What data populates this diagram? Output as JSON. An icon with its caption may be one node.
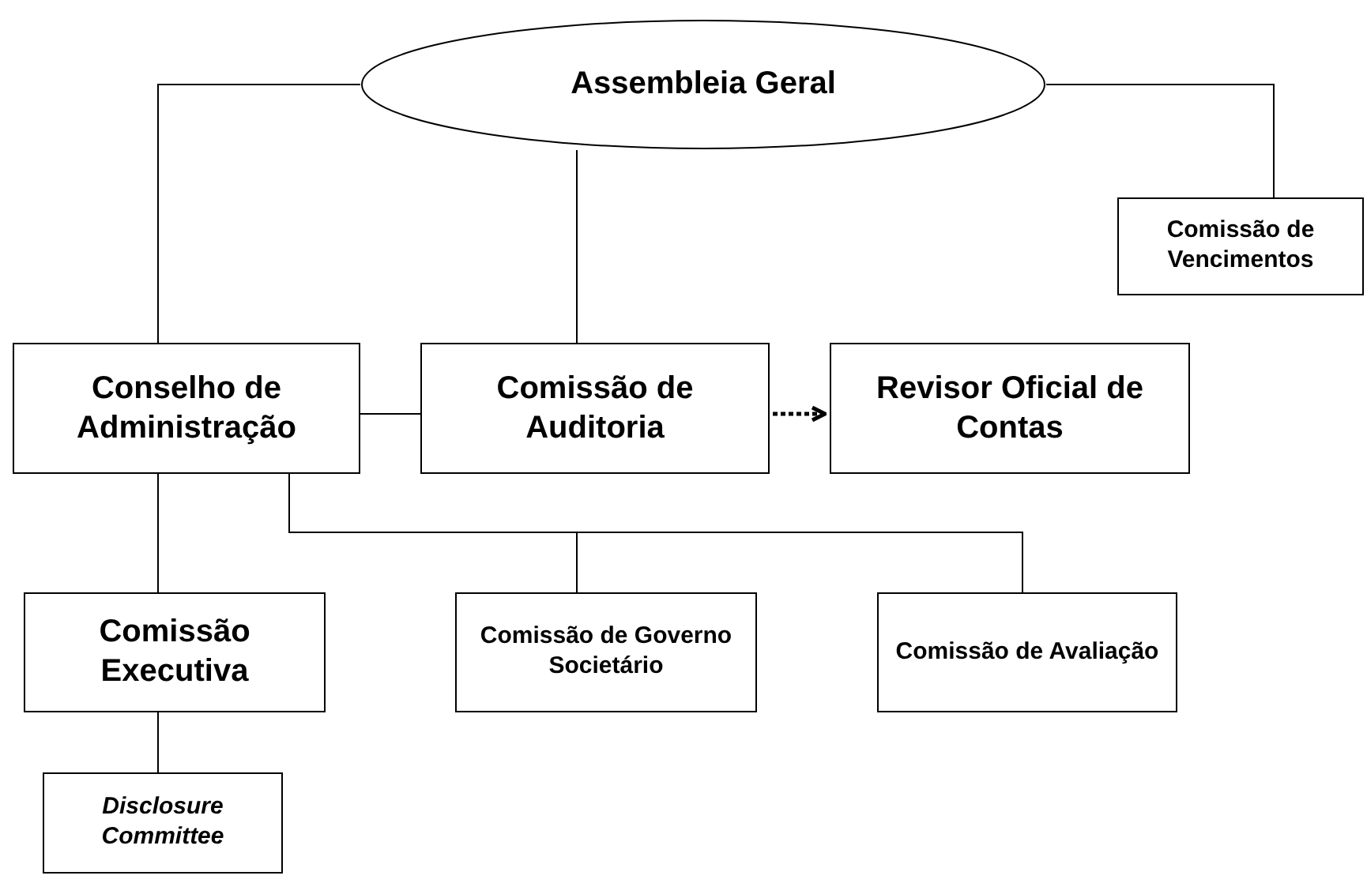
{
  "diagram": {
    "nodes": [
      {
        "text": [
          "Assembleia Geral"
        ]
      },
      {
        "text": [
          "Comissão de Vencimentos"
        ]
      },
      {
        "text": [
          "Conselho de Administração"
        ]
      },
      {
        "text": [
          "Comissão de Auditoria"
        ]
      },
      {
        "text": [
          "Revisor Oficial de Contas"
        ]
      },
      {
        "text": [
          "Comissão Executiva"
        ]
      },
      {
        "text": [
          "Comissão de Governo Societário"
        ]
      },
      {
        "text": [
          "Comissão de Avaliação"
        ]
      },
      {
        "text": [
          "Disclosure Committee"
        ]
      }
    ],
    "edges": [
      {
        "from": 0,
        "to": 2,
        "arrow": "none"
      },
      {
        "from": 0,
        "to": 3,
        "arrow": "none"
      },
      {
        "from": 0,
        "to": 1,
        "arrow": "none"
      },
      {
        "from": 2,
        "to": 3,
        "arrow": "none"
      },
      {
        "from": 3,
        "to": 4,
        "arrow": "to",
        "style": "dashed"
      },
      {
        "from": 2,
        "to": 5,
        "arrow": "none"
      },
      {
        "from": 2,
        "to": 6,
        "arrow": "none"
      },
      {
        "from": 2,
        "to": 7,
        "arrow": "none"
      },
      {
        "from": 5,
        "to": 8,
        "arrow": "none"
      }
    ]
  }
}
